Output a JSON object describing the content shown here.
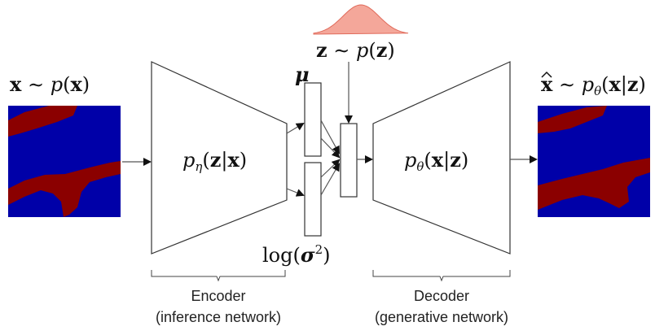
{
  "colors": {
    "background_field": "#0000a8",
    "channel_field": "#8b0000",
    "prior_fill": "#f4a79a",
    "prior_stroke": "#e06a5a",
    "stroke": "#333333"
  },
  "labels": {
    "input": {
      "x": "x",
      "sim": " ∼ ",
      "p": "p",
      "open": "(",
      "arg": "x",
      "close": ")"
    },
    "output": {
      "hat": "x",
      "sim": " ∼ ",
      "p": "p",
      "sub": "θ",
      "open": "(",
      "a": "x",
      "bar": "|",
      "b": "z",
      "close": ")"
    },
    "prior": {
      "z": "z",
      "sim": " ∼ ",
      "p": "p",
      "open": "(",
      "arg": "z",
      "close": ")"
    },
    "encoder_dist": {
      "p": "p",
      "sub": "η",
      "open": "(",
      "a": "z",
      "bar": "|",
      "b": "x",
      "close": ")"
    },
    "decoder_dist": {
      "p": "p",
      "sub": "θ",
      "open": "(",
      "a": "x",
      "bar": "|",
      "b": "z",
      "close": ")"
    },
    "mu": "μ",
    "logvar": {
      "log": "log(",
      "sigma": "σ",
      "sup": "2",
      "close": ")"
    }
  },
  "captions": {
    "encoder_line1": "Encoder",
    "encoder_line2": "(inference network)",
    "decoder_line1": "Decoder",
    "decoder_line2": "(generative network)"
  }
}
